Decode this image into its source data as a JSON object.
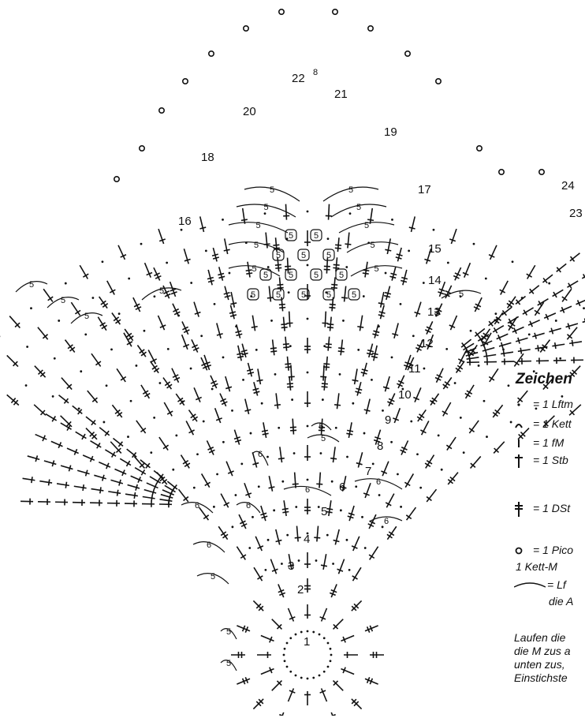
{
  "chart": {
    "round_labels": [
      "1",
      "2",
      "3",
      "4",
      "5",
      "6",
      "7",
      "8",
      "9",
      "10",
      "11",
      "12",
      "13",
      "14",
      "15",
      "16",
      "17",
      "18",
      "19",
      "20",
      "21",
      "22",
      "23",
      "24"
    ],
    "arc_label": "5",
    "arc_label_alt": "6",
    "top_label": "8"
  },
  "legend": {
    "title": "Zeichen",
    "items": [
      {
        "symbol": "chain-dot",
        "text": "= 1 Lftm"
      },
      {
        "symbol": "slip-stitch",
        "text": "= 1 Kett"
      },
      {
        "symbol": "single-crochet",
        "text": "= 1 fM"
      },
      {
        "symbol": "double-crochet",
        "text": "= 1 Stb"
      },
      {
        "symbol": "treble-crochet",
        "text": "= 1 DSt"
      },
      {
        "symbol": "picot",
        "text": "= 1 Pico",
        "text2": "1 Kett-M"
      },
      {
        "symbol": "chain-arc",
        "text": "= Lf",
        "text2": "die A"
      }
    ],
    "note": [
      "Laufen die",
      "die M zus a",
      "unten zus,",
      "Einstichste"
    ]
  }
}
